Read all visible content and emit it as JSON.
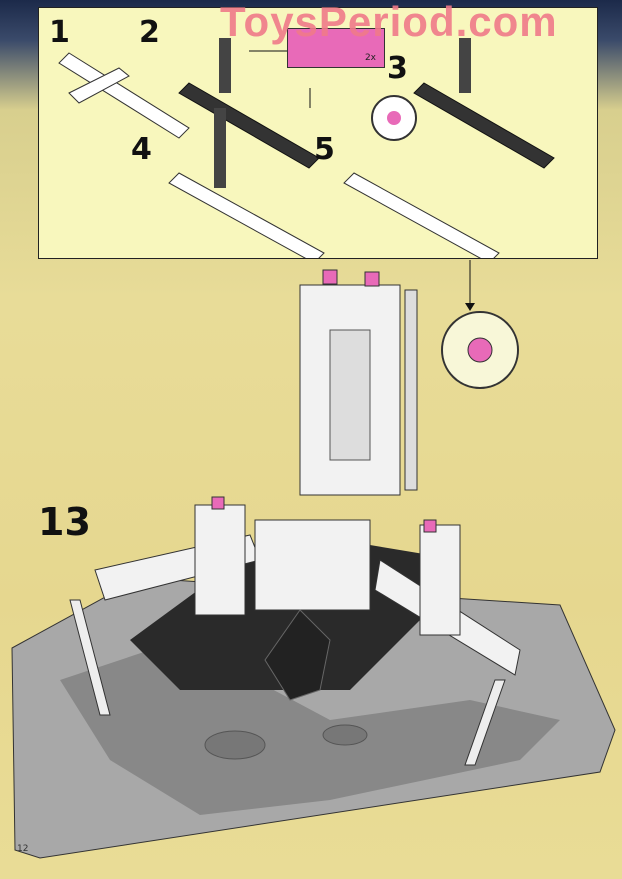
{
  "watermark": "ToysPeriod.com",
  "sub_steps": [
    {
      "number": "1"
    },
    {
      "number": "2"
    },
    {
      "number": "3"
    },
    {
      "number": "4"
    },
    {
      "number": "5"
    }
  ],
  "callout": {
    "quantity": "2x",
    "color": "#e86ab8"
  },
  "main_step": {
    "number": "13"
  },
  "page_number": "12",
  "colors": {
    "panel": "#f8f7bd",
    "accent_pink": "#e86ab8",
    "baseplate": "#a9a9a9"
  }
}
